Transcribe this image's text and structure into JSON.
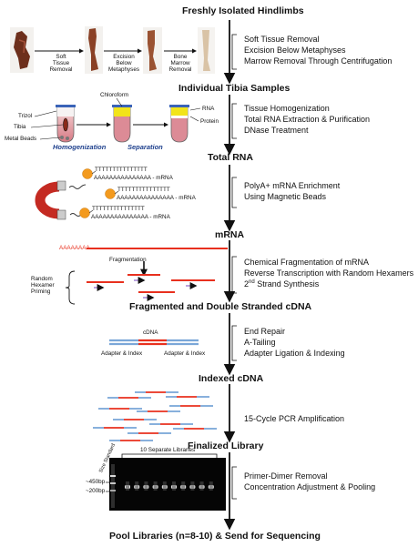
{
  "stages": {
    "s1": "Freshly Isolated Hindlimbs",
    "s2": "Individual Tibia Samples",
    "s3": "Total RNA",
    "s4": "mRNA",
    "s5": "Fragmented and Double Stranded cDNA",
    "s6": "Indexed cDNA",
    "s7": "Finalized Library",
    "s8": "Pool Libraries (n=8-10) & Send for Sequencing"
  },
  "steps": {
    "g1": [
      "Soft Tissue Removal",
      "Excision Below Metaphyses",
      "Marrow Removal Through Centrifugation"
    ],
    "g2": [
      "Tissue Homogenization",
      "Total RNA Extraction & Purification",
      "DNase Treatment"
    ],
    "g3": [
      "PolyA+ mRNA Enrichment",
      "Using Magnetic Beads"
    ],
    "g4_1": "Chemical Fragmentation of mRNA",
    "g4_2": "Reverse Transcription with Random Hexamers",
    "g4_3a": "2",
    "g4_3b": "nd",
    "g4_3c": " Strand Synthesis",
    "g5": [
      "End Repair",
      "A-Tailing",
      "Adapter Ligation & Indexing"
    ],
    "g6": [
      "15-Cycle PCR Amplification"
    ],
    "g7": [
      "Primer-Dimer Removal",
      "Concentration Adjustment & Pooling"
    ]
  },
  "labels": {
    "soft_tissue_removal": [
      "Soft",
      "Tissue",
      "Removal"
    ],
    "excision": [
      "Excision",
      "Below",
      "Metaphyses"
    ],
    "bone_marrow": [
      "Bone",
      "Marrow",
      "Removal"
    ],
    "trizol": "Trizol",
    "tibia": "Tibia",
    "metal_beads": "Metal Beads",
    "chloroform": "Chloroform",
    "rna": "RNA",
    "protein": "Protein",
    "homogenization": "Homogenization",
    "separation": "Separation",
    "polyt": "TTTTTTTTTTTTTTT",
    "polya_mrna": "AAAAAAAAAAAAAAA - mRNA",
    "aaaa": "AAAAAAAA",
    "fragmentation": "Fragmentation",
    "random_hexamer": [
      "Random",
      "Hexamer",
      "Priming"
    ],
    "cdna": "cDNA",
    "adapter_index_1": "Adapter & Index",
    "adapter_index_2": "Adapter & Index",
    "size_standard": "Size Standard",
    "ten_libraries": "10 Separate Libraries",
    "bp450": "~450bp",
    "bp200": "~200bp"
  },
  "colors": {
    "red_strand": "#e8301e",
    "blue_strand": "#7aa7d8",
    "bead_orange": "#f39a1e",
    "magnet_red": "#c42a22",
    "rna_layer": "#f2e41a",
    "tissue_brown": "#7a3a22"
  }
}
